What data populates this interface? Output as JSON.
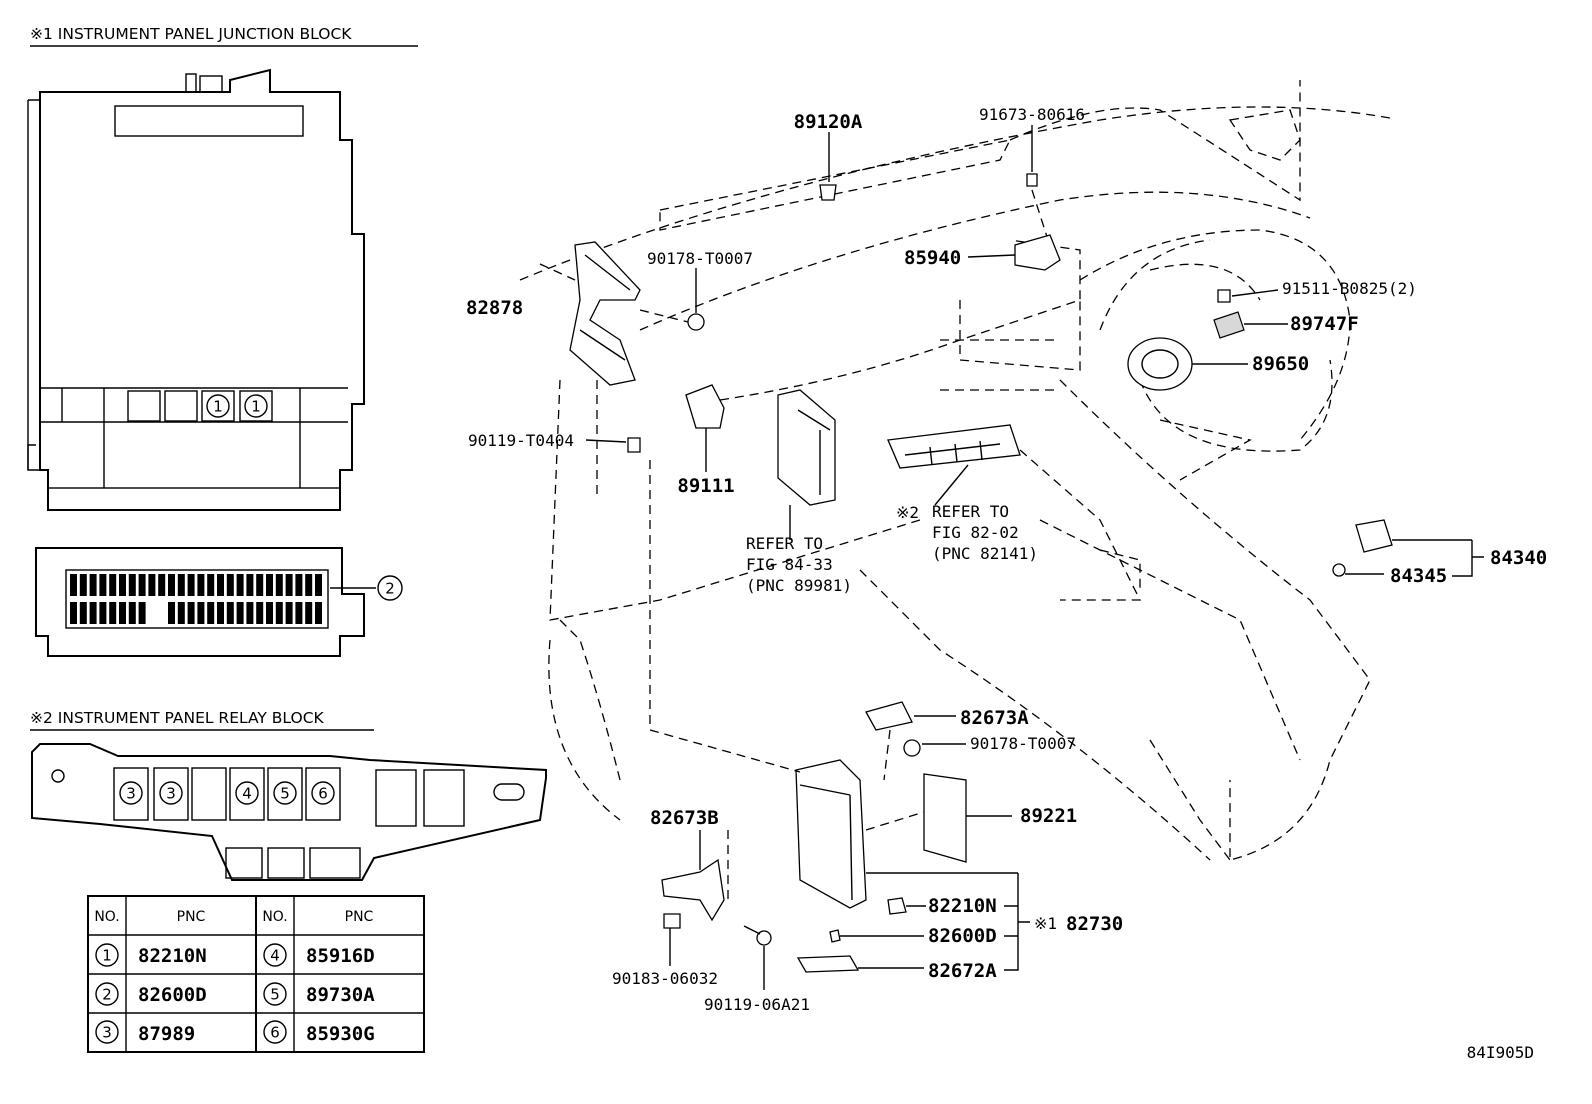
{
  "headers": {
    "junction_block": "※1 INSTRUMENT PANEL JUNCTION BLOCK",
    "relay_block": "※2 INSTRUMENT PANEL RELAY BLOCK"
  },
  "junction_callouts": [
    "1",
    "1",
    "2"
  ],
  "relay_callouts": [
    "3",
    "3",
    "4",
    "5",
    "6"
  ],
  "table": {
    "headers": [
      "NO.",
      "PNC",
      "NO.",
      "PNC"
    ],
    "rows": [
      {
        "no1": "1",
        "pnc1": "82210N",
        "no2": "4",
        "pnc2": "85916D"
      },
      {
        "no1": "2",
        "pnc1": "82600D",
        "no2": "5",
        "pnc2": "89730A"
      },
      {
        "no1": "3",
        "pnc1": "87989",
        "no2": "6",
        "pnc2": "85930G"
      }
    ]
  },
  "parts": {
    "p89120A": "89120A",
    "p91673_80616": "91673-80616",
    "p90178_T0007_top": "90178-T0007",
    "p85940": "85940",
    "p82878": "82878",
    "p91511_B0825": "91511-B0825(2)",
    "p89747F": "89747F",
    "p89650": "89650",
    "p90119_T0404": "90119-T0404",
    "p89111": "89111",
    "p84340": "84340",
    "p84345": "84345",
    "p82673A": "82673A",
    "p90178_T0007_bottom": "90178-T0007",
    "p89221": "89221",
    "p82673B": "82673B",
    "p82210N": "82210N",
    "p82600D": "82600D",
    "p82672A": "82672A",
    "p82730": "82730",
    "p90183_06032": "90183-06032",
    "p90119_06A21": "90119-06A21"
  },
  "refer_notes": {
    "left": [
      "REFER TO",
      "FIG 84-33",
      "(PNC 89981)"
    ],
    "right": [
      "REFER TO",
      "FIG 82-02",
      "(PNC 82141)"
    ],
    "mark2": "※2",
    "mark1": "※1"
  },
  "figure_id": "84I905D"
}
